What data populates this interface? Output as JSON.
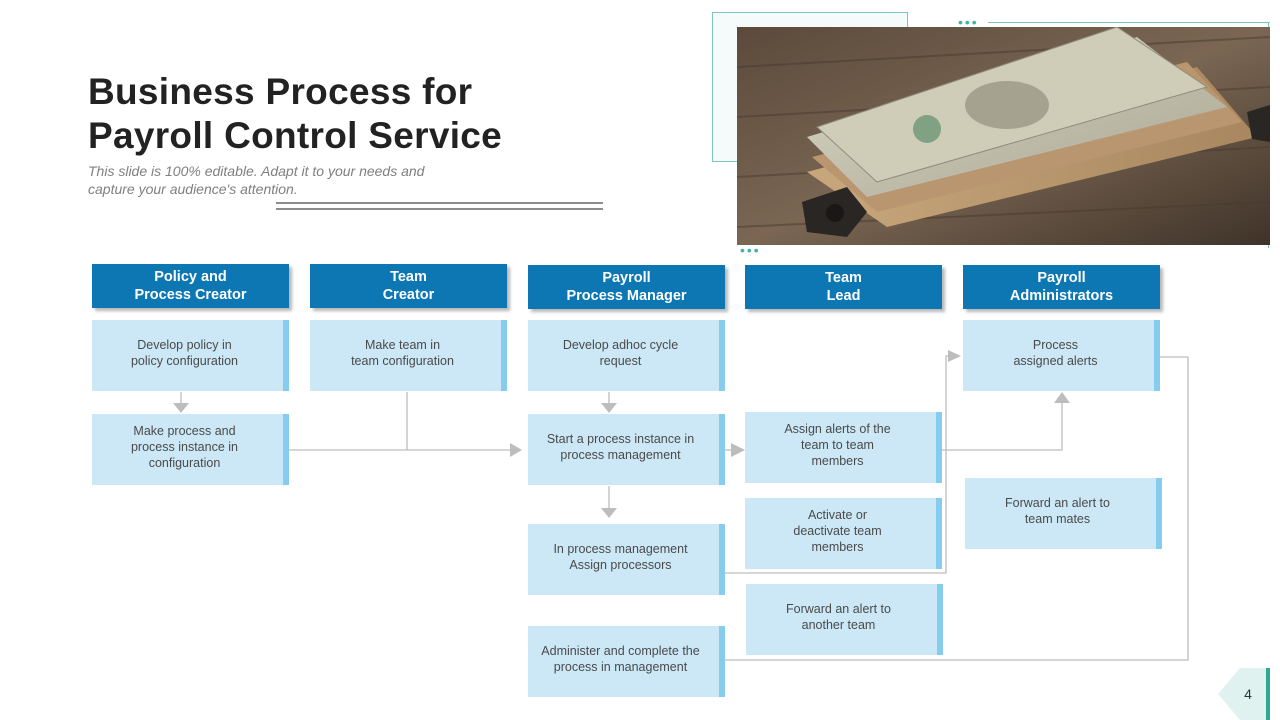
{
  "title": "Business Process for\nPayroll Control Service",
  "subtitle": "This slide is 100% editable.  Adapt it to your needs and\ncapture your audience's attention.",
  "page_number": "4",
  "colors": {
    "header": "#0d77b4",
    "box": "#cce8f7",
    "box_accent": "#86ccef",
    "frame": "#7cc8bf",
    "connector": "#bdbdbd"
  },
  "image": {
    "subject": "photo-of-dollar-bills-on-wooden-table"
  },
  "columns": [
    {
      "header": "Policy and\nProcess Creator",
      "boxes": [
        "Develop  policy in\npolicy configuration",
        "Make process and\nprocess instance in\nconfiguration"
      ]
    },
    {
      "header": "Team\nCreator",
      "boxes": [
        "Make team in\nteam configuration"
      ]
    },
    {
      "header": "Payroll\nProcess Manager",
      "boxes": [
        "Develop  adhoc cycle\nrequest",
        "Start a process instance in\nprocess management",
        "In process management\nAssign processors",
        "Administer and complete the\nprocess in management"
      ]
    },
    {
      "header": "Team\nLead",
      "boxes": [
        "Assign alerts of the\nteam to team\nmembers",
        "Activate or\ndeactivate team\nmembers",
        "Forward  an alert to\nanother team"
      ]
    },
    {
      "header": "Payroll\nAdministrators",
      "boxes": [
        "Process\nassigned alerts",
        "Forward  an alert to\nteam mates"
      ]
    }
  ]
}
